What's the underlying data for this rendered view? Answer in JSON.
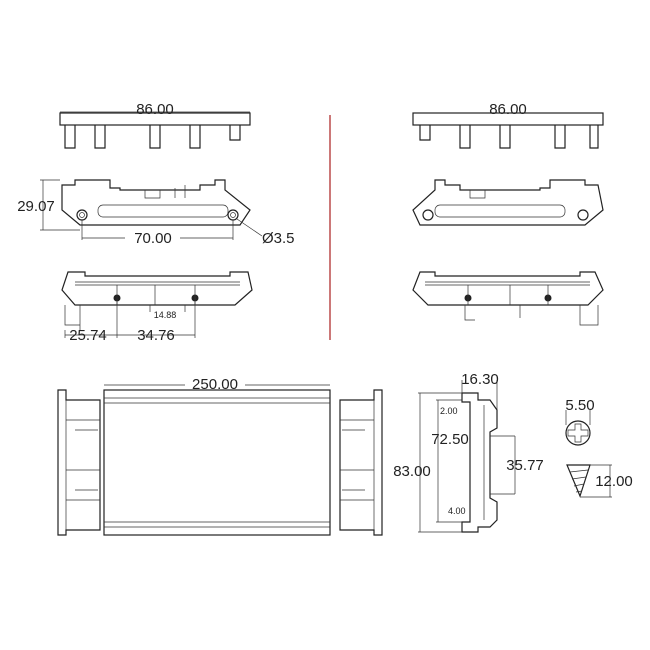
{
  "colors": {
    "lines": "#222222",
    "divider": "#b03030",
    "background": "#ffffff"
  },
  "dimensions": {
    "left_top_width": "86.00",
    "right_top_width": "86.00",
    "height": "29.07",
    "hole_spacing": "70.00",
    "hole_diameter": "Ø3.5",
    "offset_left": "25.74",
    "offset_mid": "34.76",
    "offset_small": "14.88",
    "profile_length": "250.00",
    "profile_depth": "16.30",
    "lip_top": "2.00",
    "inner_height": "72.50",
    "total_height": "83.00",
    "rail_width": "35.77",
    "lip_bottom": "4.00",
    "screw_head": "5.50",
    "screw_length": "12.00"
  }
}
